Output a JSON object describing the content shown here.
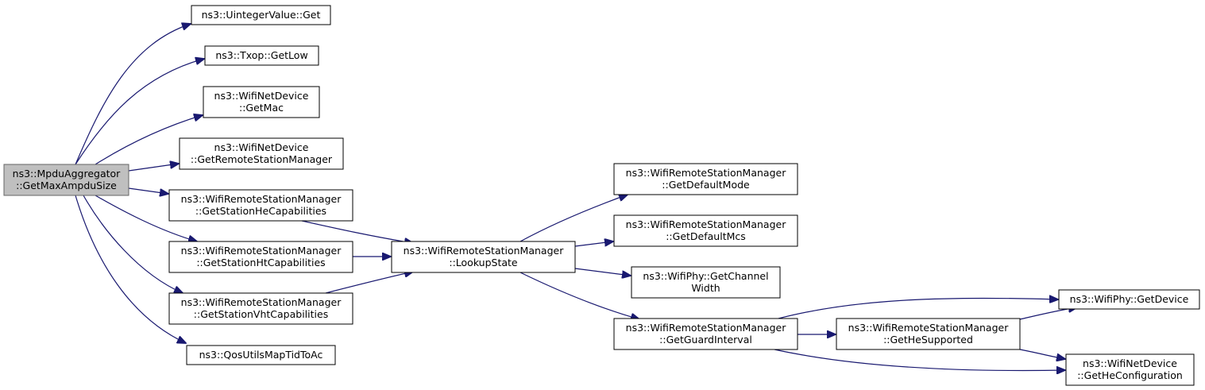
{
  "graph": {
    "nodes": [
      {
        "id": "root",
        "lines": [
          "ns3::MpduAggregator",
          "::GetMaxAmpduSize"
        ],
        "root": true
      },
      {
        "id": "uint_get",
        "lines": [
          "ns3::UintegerValue::Get"
        ]
      },
      {
        "id": "txop_getlow",
        "lines": [
          "ns3::Txop::GetLow"
        ]
      },
      {
        "id": "wnd_getmac",
        "lines": [
          "ns3::WifiNetDevice",
          "::GetMac"
        ]
      },
      {
        "id": "wnd_getrsm",
        "lines": [
          "ns3::WifiNetDevice",
          "::GetRemoteStationManager"
        ]
      },
      {
        "id": "wrsm_gshe",
        "lines": [
          "ns3::WifiRemoteStationManager",
          "::GetStationHeCapabilities"
        ]
      },
      {
        "id": "wrsm_gsht",
        "lines": [
          "ns3::WifiRemoteStationManager",
          "::GetStationHtCapabilities"
        ]
      },
      {
        "id": "wrsm_gsvht",
        "lines": [
          "ns3::WifiRemoteStationManager",
          "::GetStationVhtCapabilities"
        ]
      },
      {
        "id": "qos_map",
        "lines": [
          "ns3::QosUtilsMapTidToAc"
        ]
      },
      {
        "id": "wrsm_lookup",
        "lines": [
          "ns3::WifiRemoteStationManager",
          "::LookupState"
        ]
      },
      {
        "id": "wrsm_gdmode",
        "lines": [
          "ns3::WifiRemoteStationManager",
          "::GetDefaultMode"
        ]
      },
      {
        "id": "wrsm_gdmcs",
        "lines": [
          "ns3::WifiRemoteStationManager",
          "::GetDefaultMcs"
        ]
      },
      {
        "id": "phy_gcw",
        "lines": [
          "ns3::WifiPhy::GetChannel",
          "Width"
        ]
      },
      {
        "id": "wrsm_ggi",
        "lines": [
          "ns3::WifiRemoteStationManager",
          "::GetGuardInterval"
        ]
      },
      {
        "id": "wrsm_ghes",
        "lines": [
          "ns3::WifiRemoteStationManager",
          "::GetHeSupported"
        ]
      },
      {
        "id": "phy_gdev",
        "lines": [
          "ns3::WifiPhy::GetDevice"
        ]
      },
      {
        "id": "wnd_ghecfg",
        "lines": [
          "ns3::WifiNetDevice",
          "::GetHeConfiguration"
        ]
      }
    ],
    "edges": [
      {
        "from": "root",
        "to": "uint_get"
      },
      {
        "from": "root",
        "to": "txop_getlow"
      },
      {
        "from": "root",
        "to": "wnd_getmac"
      },
      {
        "from": "root",
        "to": "wnd_getrsm"
      },
      {
        "from": "root",
        "to": "wrsm_gshe"
      },
      {
        "from": "root",
        "to": "wrsm_gsht"
      },
      {
        "from": "root",
        "to": "wrsm_gsvht"
      },
      {
        "from": "root",
        "to": "qos_map"
      },
      {
        "from": "wrsm_gshe",
        "to": "wrsm_lookup"
      },
      {
        "from": "wrsm_gsht",
        "to": "wrsm_lookup"
      },
      {
        "from": "wrsm_gsvht",
        "to": "wrsm_lookup"
      },
      {
        "from": "wrsm_lookup",
        "to": "wrsm_gdmode"
      },
      {
        "from": "wrsm_lookup",
        "to": "wrsm_gdmcs"
      },
      {
        "from": "wrsm_lookup",
        "to": "phy_gcw"
      },
      {
        "from": "wrsm_lookup",
        "to": "wrsm_ggi"
      },
      {
        "from": "wrsm_ggi",
        "to": "phy_gdev"
      },
      {
        "from": "wrsm_ggi",
        "to": "wrsm_ghes"
      },
      {
        "from": "wrsm_ggi",
        "to": "wnd_ghecfg"
      },
      {
        "from": "wrsm_ghes",
        "to": "phy_gdev"
      },
      {
        "from": "wrsm_ghes",
        "to": "wnd_ghecfg"
      }
    ],
    "colors": {
      "edge": "#191970",
      "root_fill": "#bfbfbf",
      "node_fill": "#ffffff",
      "text": "#000000"
    }
  }
}
